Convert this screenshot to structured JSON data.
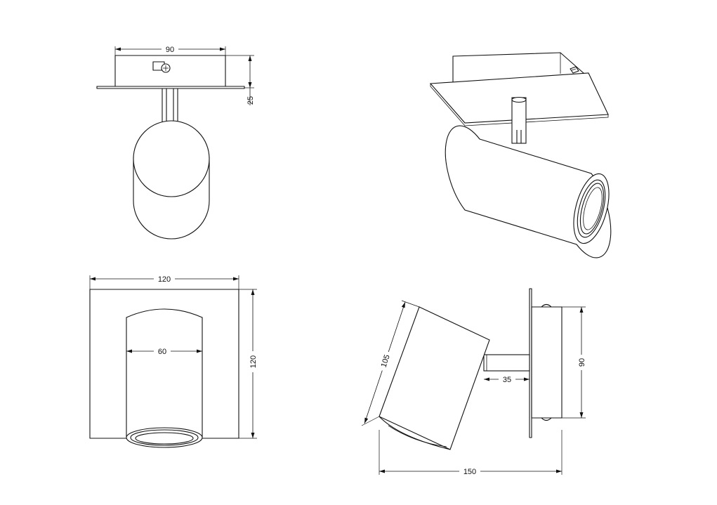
{
  "dimensions": {
    "top_width": "90",
    "top_height": "25",
    "plate_width": "120",
    "plate_height": "120",
    "cylinder_diameter": "60",
    "cylinder_length": "105",
    "arm_length": "35",
    "side_height": "90",
    "total_depth": "150"
  }
}
